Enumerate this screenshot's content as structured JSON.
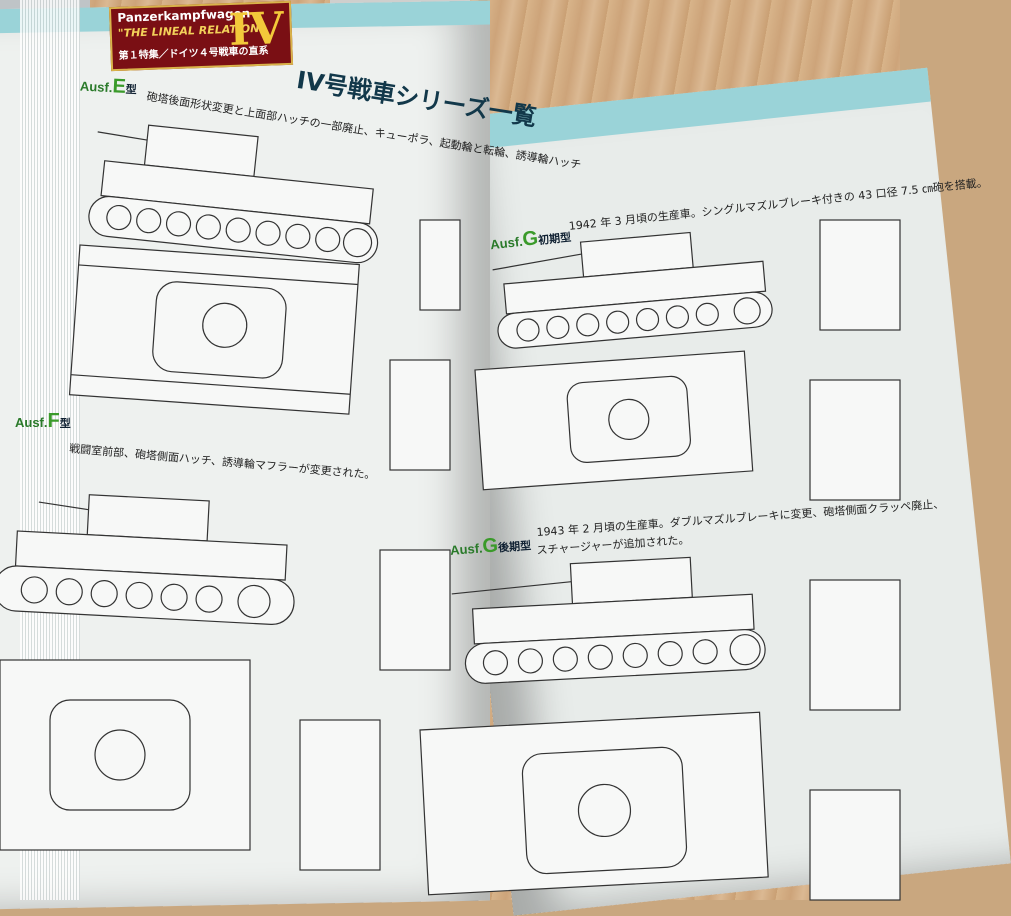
{
  "logo": {
    "line1": "Panzerkampfwagen",
    "line2": "\"THE LINEAL RELATION\"",
    "numeral": "IV",
    "line3": "第１特集／ドイツ４号戦車の直系"
  },
  "heading": "IV号戦車シリーズ一覧",
  "variants": [
    {
      "prefix": "Ausf.",
      "letter": "E",
      "suffix": "型",
      "text": "砲塔後面形状変更と上面部ハッチの一部廃止、キューポラ、起動輪と転輪、誘導輪ハッチ"
    },
    {
      "prefix": "Ausf.",
      "letter": "F",
      "suffix": "型",
      "text": "戦闘室前部、砲塔側面ハッチ、誘導輪マフラーが変更された。"
    },
    {
      "prefix": "Ausf.",
      "letter": "G",
      "suffix": "初期型",
      "text": "1942 年 3 月頃の生産車。シングルマズルブレーキ付きの 43 口径 7.5 ㎝砲を搭載。"
    },
    {
      "prefix": "Ausf.",
      "letter": "G",
      "suffix": "後期型",
      "text": "1943 年 2 月頃の生産車。ダブルマズルブレーキに変更、砲塔側面クラッペ廃止、",
      "text2": "スチャージャーが追加された。"
    }
  ],
  "colors": {
    "band": "#9ad3d8",
    "logo_bg": "#7a0f14",
    "logo_accent": "#f3c93a",
    "variant_letter": "#3a9a2a"
  }
}
